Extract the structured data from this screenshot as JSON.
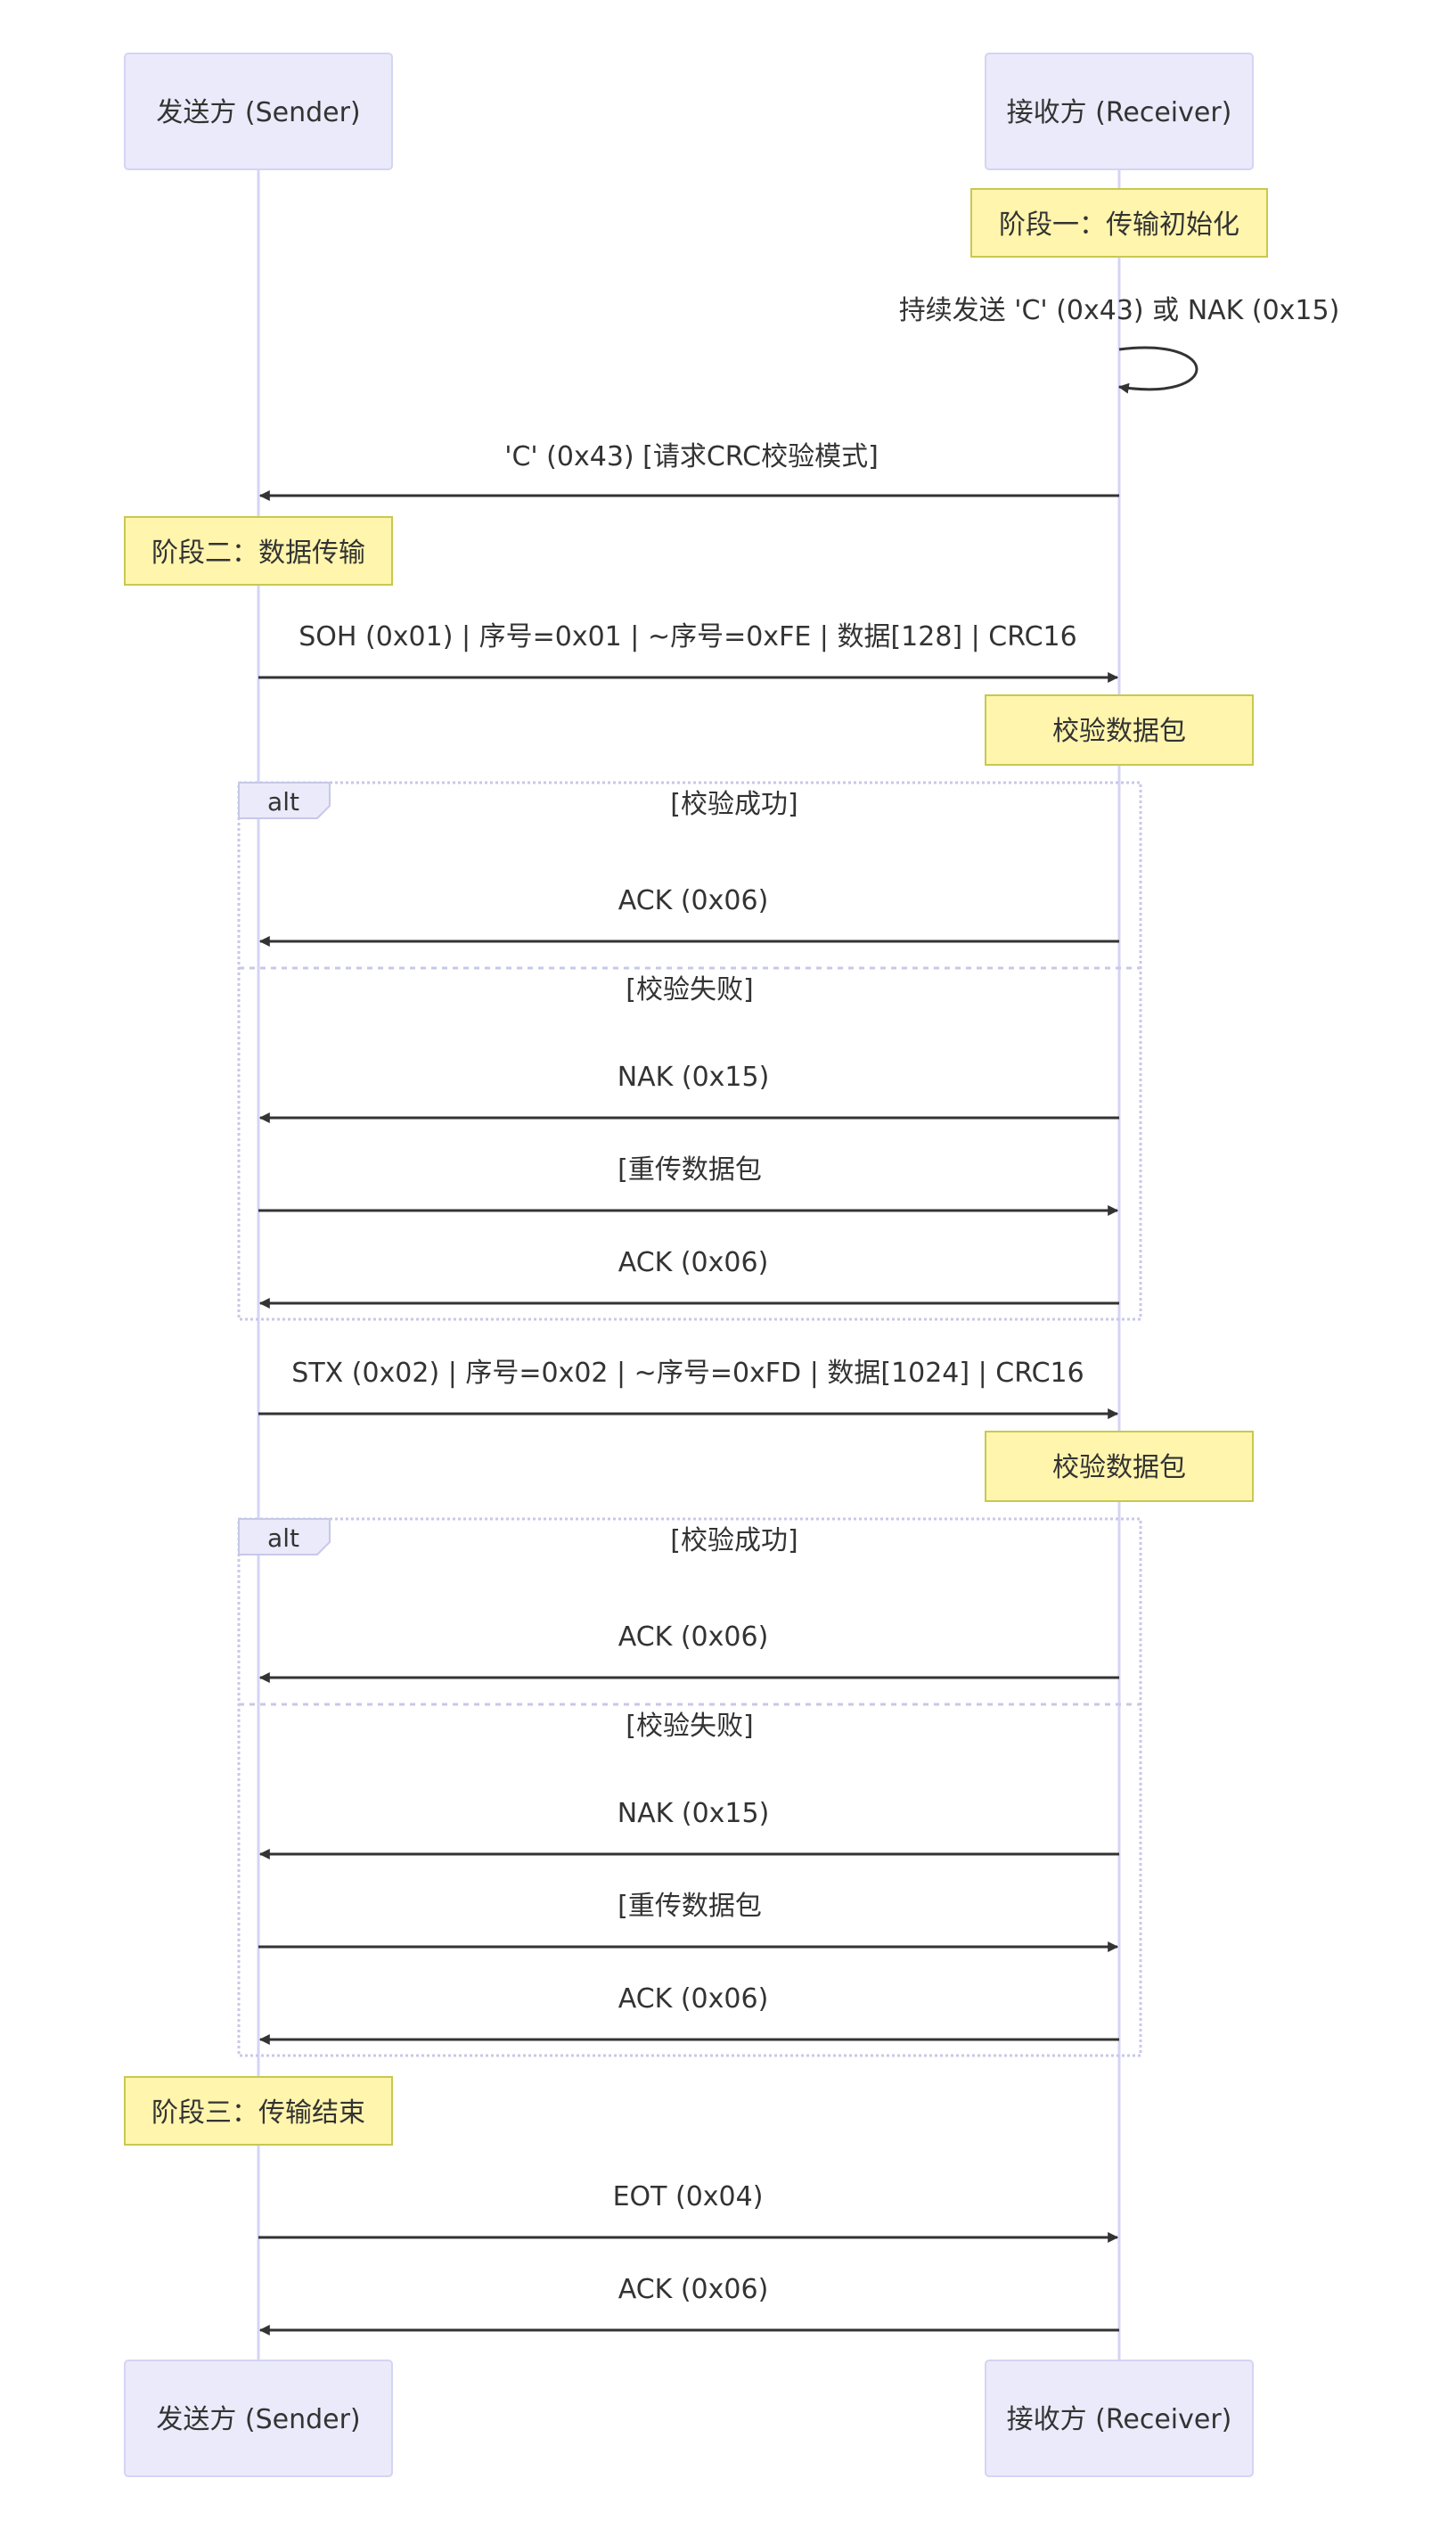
{
  "participants": {
    "sender": "发送方 (Sender)",
    "receiver": "接收方 (Receiver)"
  },
  "colors": {
    "actor_fill": "#eaeafa",
    "actor_stroke": "#d4d4f4",
    "lifeline": "#d4d4f4",
    "note_fill": "#fff5ad",
    "note_stroke": "#c8c850",
    "message": "#333333",
    "fragment_border": "#c8c8e8",
    "fragment_tab": "#eaeafa"
  },
  "phases": {
    "init": "阶段一：传输初始化",
    "transfer": "阶段二：数据传输",
    "end": "阶段三：传输结束"
  },
  "messages": {
    "self_loop": "持续发送 'C' (0x43) 或 NAK (0x15)",
    "request_crc": "'C' (0x43) [请求CRC校验模式]",
    "soh_packet": "SOH (0x01) | 序号=0x01 | ~序号=0xFE | 数据[128] | CRC16",
    "stx_packet": "STX (0x02) | 序号=0x02 | ~序号=0xFD | 数据[1024] | CRC16",
    "ack": "ACK (0x06)",
    "nak": "NAK (0x15)",
    "resend": "[重传数据包",
    "eot": "EOT (0x04)"
  },
  "notes": {
    "verify": "校验数据包"
  },
  "fragments": {
    "keyword": "alt",
    "success": "[校验成功]",
    "failure": "[校验失败]"
  }
}
